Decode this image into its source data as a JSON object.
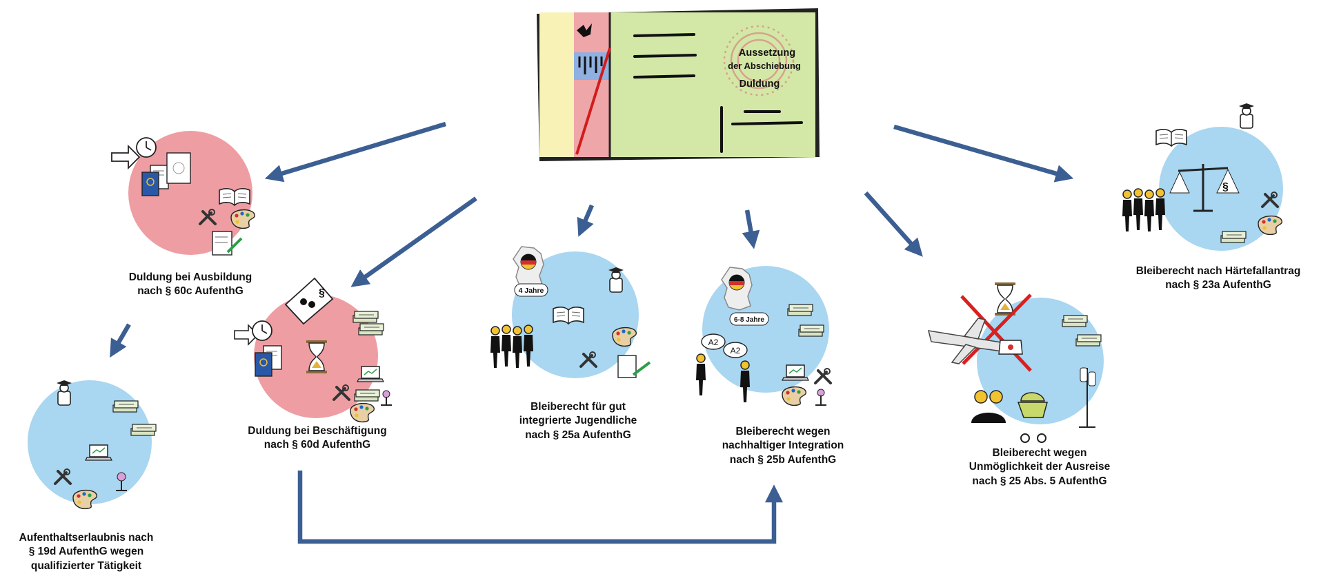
{
  "document": {
    "card_line1": "Aussetzung",
    "card_line2": "der Abschiebung",
    "card_line3": "Duldung"
  },
  "nodes": {
    "ausbildung": {
      "label": "Duldung bei Ausbildung\nnach § 60c AufenthG",
      "color": "#ee9ea3"
    },
    "aufenthalt_19d": {
      "label": "Aufenthaltserlaubnis nach\n§ 19d AufenthG wegen\nqualifizierter Tätigkeit",
      "color": "#a9d6f0"
    },
    "beschaeftigung": {
      "label": "Duldung bei Beschäftigung\nnach § 60d AufenthG",
      "color": "#ee9ea3"
    },
    "jugendliche_25a": {
      "label": "Bleiberecht für gut\nintegrierte Jugendliche\nnach § 25a AufenthG",
      "color": "#a9d6f0",
      "badge": "4 Jahre"
    },
    "integration_25b": {
      "label": "Bleiberecht wegen\nnachhaltiger Integration\nnach § 25b AufenthG",
      "color": "#a9d6f0",
      "badge": "6-8 Jahre",
      "speech1": "A2",
      "speech2": "A2"
    },
    "ausreise_25_5": {
      "label": "Bleiberecht wegen\nUnmöglichkeit der Ausreise\nnach § 25 Abs. 5 AufenthG",
      "color": "#a9d6f0"
    },
    "haertefall_23a": {
      "label": "Bleiberecht nach Härtefallantrag\nnach § 23a AufenthG",
      "color": "#a9d6f0"
    }
  },
  "colors": {
    "arrow": "#3c5f93",
    "doc_green": "#d3e8a6",
    "doc_yellow": "#f8f2b6",
    "doc_pink": "#efa6a9"
  }
}
